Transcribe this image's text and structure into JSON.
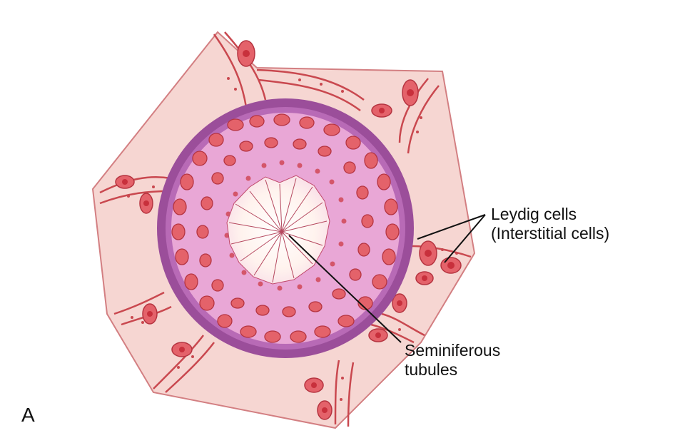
{
  "labels": {
    "leydig_line1": "Leydig cells",
    "leydig_line2": "(Interstitial cells)",
    "semi_line1": "Seminiferous",
    "semi_line2": "tubules"
  },
  "panel_letter": "A",
  "colors": {
    "interstitium": "#f6d6d2",
    "tubule_wall": "#9b4e9a",
    "epithelium": "#e9a7d6",
    "cell": "#e4626a",
    "nucleus": "#c8303c",
    "lumen": "#fff7f2",
    "line": "#111111"
  }
}
